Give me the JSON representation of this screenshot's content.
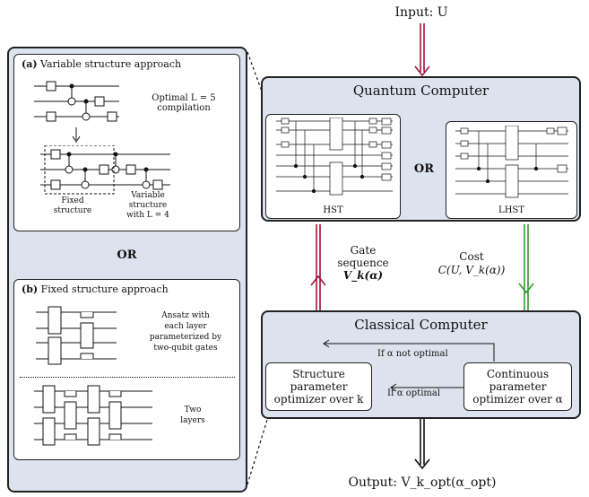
{
  "input_label": "Input: U",
  "output_label": "Output: V_k_opt(α_opt)",
  "left_panel": {
    "a_label": "(a)",
    "a_title": "Variable structure approach",
    "a_optimal": "Optimal L = 5",
    "a_compilation": "compilation",
    "a_fixed": "Fixed",
    "a_structure": "structure",
    "a_variable": "Variable",
    "a_variable_structure": "structure",
    "a_with_L": "with L = 4",
    "or_label": "OR",
    "b_label": "(b)",
    "b_title": "Fixed structure approach",
    "b_ansatz": [
      "Ansatz with",
      "each layer",
      "parameterized by",
      "two-qubit gates"
    ],
    "b_two": "Two",
    "b_layers": "layers"
  },
  "quantum": {
    "title": "Quantum Computer",
    "or_label": "OR",
    "hst_label": "HST",
    "lhst_label": "LHST"
  },
  "middle": {
    "gate_line1": "Gate",
    "gate_line2": "sequence",
    "gate_line3": "V_k(α)",
    "cost_line1": "Cost",
    "cost_line2": "C(U, V_k(α))"
  },
  "classical": {
    "title": "Classical Computer",
    "structure_opt": [
      "Structure",
      "parameter",
      "optimizer over k"
    ],
    "continuous_opt": [
      "Continuous",
      "parameter",
      "optimizer over α"
    ],
    "if_not_optimal": "If α not optimal",
    "if_optimal": "If α optimal"
  },
  "colors": {
    "panel_bg": "#dde3ee",
    "red_arrow": "#a3123c",
    "green_arrow": "#2e9a2e"
  }
}
